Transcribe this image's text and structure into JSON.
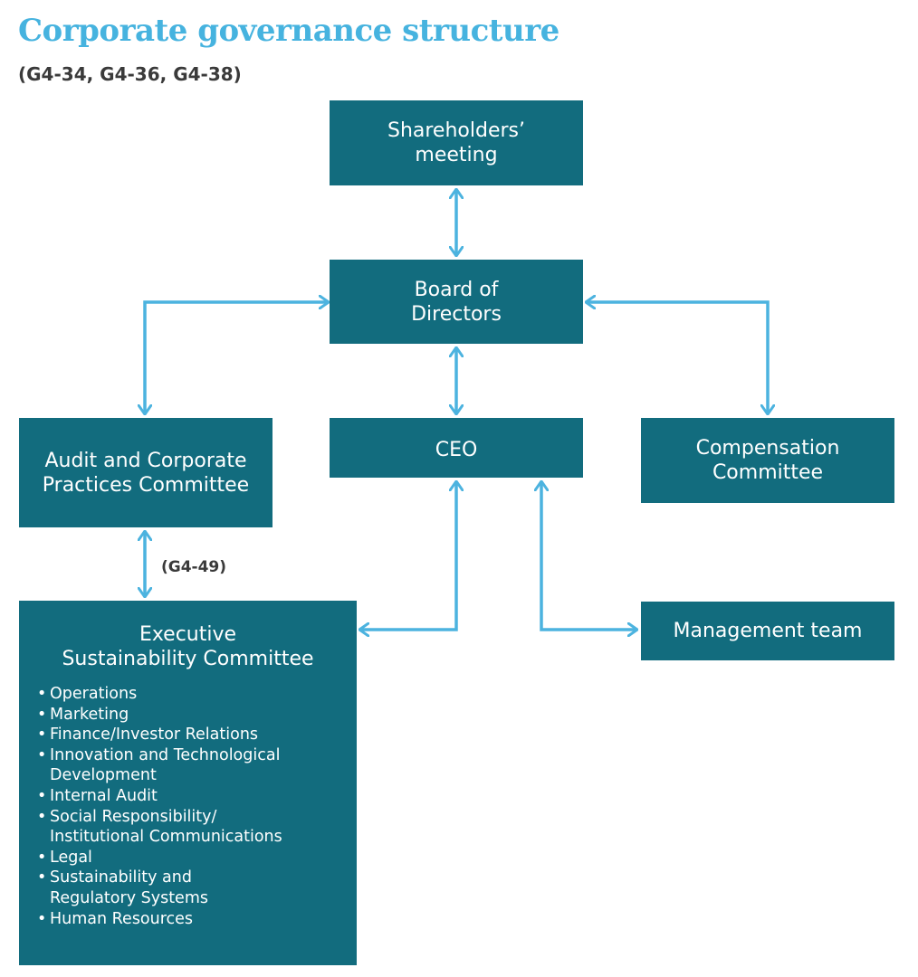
{
  "title": "Corporate governance structure",
  "subtitle": "(G4-34, G4-36, G4-38)",
  "colors": {
    "box": "#126c7e",
    "arrow": "#4cb3df",
    "title": "#46b3df"
  },
  "nodes": {
    "shareholders": [
      "Shareholders’",
      "meeting"
    ],
    "board": [
      "Board of",
      "Directors"
    ],
    "ceo": [
      "CEO"
    ],
    "audit": [
      "Audit and Corporate",
      "Practices Committee"
    ],
    "compensation": [
      "Compensation",
      "Committee"
    ],
    "management": [
      "Management team"
    ],
    "executive": {
      "title": [
        "Executive",
        "Sustainability Committee"
      ],
      "items": [
        "Operations",
        "Marketing",
        "Finance/Investor Relations",
        "Innovation and Technological\nDevelopment",
        "Internal Audit",
        "Social Responsibility/\nInstitutional Communications",
        "Legal",
        "Sustainability and\nRegulatory Systems",
        "Human Resources"
      ]
    }
  },
  "edge_label": "(G4-49)",
  "edges": [
    {
      "from": "shareholders",
      "to": "board",
      "arrows": "both"
    },
    {
      "from": "board",
      "to": "audit",
      "arrows": "both"
    },
    {
      "from": "board",
      "to": "compensation",
      "arrows": "both"
    },
    {
      "from": "board",
      "to": "ceo",
      "arrows": "both"
    },
    {
      "from": "audit",
      "to": "executive",
      "arrows": "both",
      "label": "(G4-49)"
    },
    {
      "from": "ceo",
      "to": "executive",
      "arrows": "both"
    },
    {
      "from": "ceo",
      "to": "management",
      "arrows": "both"
    }
  ]
}
